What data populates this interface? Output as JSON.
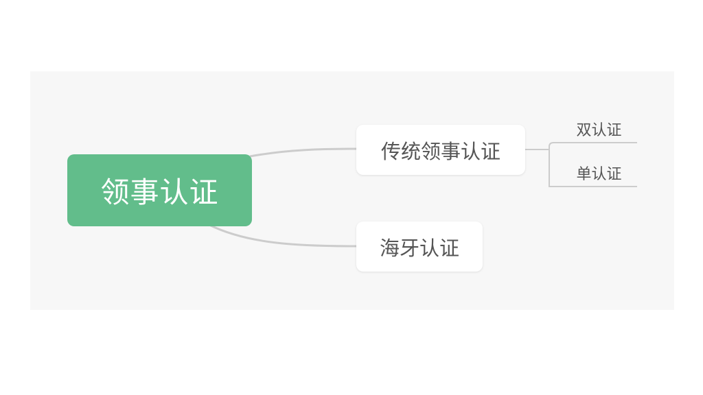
{
  "diagram": {
    "type": "mind-map",
    "colors": {
      "canvas_background": "#f7f7f7",
      "root_fill": "#62bd8b",
      "root_text": "#ffffff",
      "topic_fill": "#ffffff",
      "topic_text": "#555555",
      "connector": "#cccccc"
    },
    "root": {
      "label": "领事认证"
    },
    "topics": [
      {
        "label": "传统领事认证",
        "children": [
          {
            "label": "双认证"
          },
          {
            "label": "单认证"
          }
        ]
      },
      {
        "label": "海牙认证",
        "children": []
      }
    ]
  }
}
